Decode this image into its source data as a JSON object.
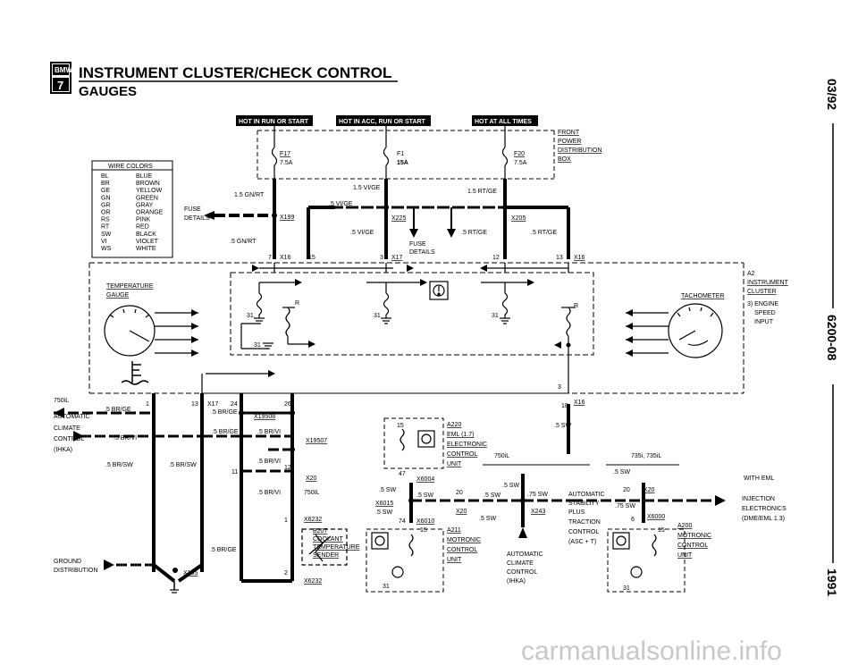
{
  "header": {
    "logo_top": "BMW",
    "logo_bottom": "7",
    "title": "INSTRUMENT CLUSTER/CHECK CONTROL",
    "subtitle": "GAUGES"
  },
  "side": {
    "date": "03/92",
    "code": "6200-08",
    "year": "1991"
  },
  "power_tags": [
    "HOT IN RUN OR START",
    "HOT IN ACC, RUN OR START",
    "HOT AT ALL TIMES"
  ],
  "fuses": {
    "f17": "F17",
    "f17_amp": "7.5A",
    "f1": "F1",
    "f1_amp": "15A",
    "f20": "F20",
    "f20_amp": "7.5A"
  },
  "front_power": [
    "FRONT",
    "POWER",
    "DISTRIBUTION",
    "BOX"
  ],
  "wire_colors": {
    "title": "WIRE COLORS",
    "rows": [
      [
        "BL",
        "BLUE"
      ],
      [
        "BR",
        "BROWN"
      ],
      [
        "GE",
        "YELLOW"
      ],
      [
        "GN",
        "GREEN"
      ],
      [
        "GR",
        "GRAY"
      ],
      [
        "OR",
        "ORANGE"
      ],
      [
        "RS",
        "PINK"
      ],
      [
        "RT",
        "RED"
      ],
      [
        "SW",
        "BLACK"
      ],
      [
        "VI",
        "VIOLET"
      ],
      [
        "WS",
        "WHITE"
      ]
    ]
  },
  "fuse_details": "FUSE DETAILS",
  "fuse_details2": [
    "FUSE",
    "DETAILS"
  ],
  "wires": {
    "gnrt15": "1.5 GN/RT",
    "vige15": "1.5 VI/GE",
    "rtge15": "1.5 RT/GE",
    "vige5": ".5 VI/GE",
    "gnrt5": ".5 GN/RT",
    "vige5b": ".5 VI/GE",
    "rtge5": ".5 RT/GE",
    "rtge5b": ".5 RT/GE",
    "brge": ".5 BR/GE",
    "brvi1": ".5 BR/VI",
    "brsw1": ".5 BR/SW",
    "brsw2": ".5 BR/SW",
    "brge2": ".5 BR/GE",
    "brvi2": ".5 BR/VI",
    "brvi3": ".5 BR/VI",
    "brvi4": ".5 BR/VI",
    "brge3": ".5 BR/GE",
    "brge4": ".5 BR/GE",
    "sw1": ".5 SW",
    "sw2": ".5 SW",
    "sw3": ".5 SW",
    "sw4": ".5 SW",
    "sw5": ".75 SW",
    "sw6": ".5 SW",
    "sw7": ".75 SW",
    "sw8": ".5 SW",
    "sw9": ".5 SW",
    "sw10": ".5 SW"
  },
  "connectors": {
    "x199": "X199",
    "x225": "X225",
    "x205": "X205",
    "x16a": "X16",
    "x17a": "X17",
    "x16b": "X16",
    "x16c": "X16",
    "x17b": "X17",
    "x19508": "X19508",
    "x19507": "X19507",
    "x20a": "X20",
    "x6232a": "X6232",
    "x6232b": "X6232",
    "x165": "X165",
    "x6004": "X6004",
    "x6015": "X6015",
    "x20b": "X20",
    "x6010": "X6010",
    "x243": "X243",
    "x20c": "X20",
    "x6000": "X6000"
  },
  "pins": {
    "p7": "7",
    "p15": "15",
    "p3": "3",
    "p12": "12",
    "p13": "13",
    "p1": "1",
    "p13b": "13",
    "p24": "24",
    "p26": "26",
    "p18": "18",
    "p3b": "3",
    "p11": "11",
    "p12b": "12",
    "p1b": "1",
    "p2": "2",
    "p47": "47",
    "p15b": "15",
    "p20": "20",
    "p74": "74",
    "p15c": "15",
    "p20b": "20",
    "p6": "6",
    "p15d": "15",
    "p31a": "31",
    "p31b": "31",
    "p31c": "31",
    "p31d": "31",
    "p31e": "31",
    "p31f": "31"
  },
  "cluster": {
    "temp_gauge": [
      "TEMPERATURE",
      "GAUGE"
    ],
    "tachometer": "TACHOMETER",
    "r1": "R",
    "r2": "R",
    "a2": [
      "A2",
      "INSTRUMENT",
      "CLUSTER"
    ],
    "engine": [
      "3) ENGINE",
      "SPEED",
      "INPUT"
    ]
  },
  "labels": {
    "750il": "750iL",
    "auto_climate": [
      "AUTOMATIC",
      "CLIMATE",
      "CONTROL",
      "(IHKA)"
    ],
    "ground": [
      "GROUND",
      "DISTRIBUTION"
    ],
    "750il_b": "750IL",
    "750il_c": "750iL",
    "735": "735i, 735iL",
    "with_eml": "WITH EML",
    "injection": [
      "INJECTION",
      "ELECTRONICS",
      "(DME/EML 1.3)"
    ],
    "b207": [
      "B207",
      "COOLANT",
      "TEMPERATURE",
      "SENDER"
    ],
    "a220": [
      "A220",
      "EML (1.7)",
      "ELECTRONIC",
      "CONTROL",
      "UNIT"
    ],
    "a211": [
      "A211",
      "MOTRONIC",
      "CONTROL",
      "UNIT"
    ],
    "asc": [
      "AUTOMATIC",
      "STABILITY",
      "PLUS",
      "TRACTION",
      "CONTROL",
      "(ASC + T)"
    ],
    "auto_climate2": [
      "AUTOMATIC",
      "CLIMATE",
      "CONTROL",
      "(IHKA)"
    ],
    "a200": [
      "A200",
      "MOTRONIC",
      "CONTROL",
      "UNIT"
    ]
  },
  "watermark": "carmanualsonline.info"
}
